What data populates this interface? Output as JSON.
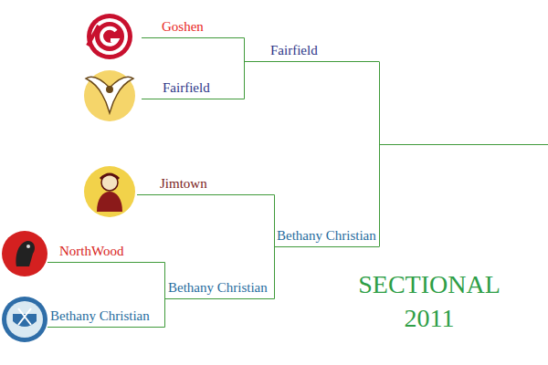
{
  "diagram": {
    "title": "SECTIONAL 2011",
    "nodes": [
      {
        "text": [
          "Goshen"
        ]
      },
      {
        "text": [
          "Fairfield"
        ]
      },
      {
        "text": [
          "Fairfield"
        ]
      },
      {
        "text": [
          "Jimtown"
        ]
      },
      {
        "text": [
          "Bethany Christian"
        ]
      },
      {
        "text": [
          "NorthWood"
        ]
      },
      {
        "text": [
          "Bethany Christian"
        ]
      },
      {
        "text": [
          "Bethany Christian"
        ]
      }
    ],
    "edges": [
      {
        "from": 0,
        "to": 1,
        "arrow": "none"
      },
      {
        "from": 2,
        "to": 1,
        "arrow": "none"
      },
      {
        "from": 3,
        "to": 4,
        "arrow": "none"
      },
      {
        "from": 6,
        "to": 4,
        "arrow": "none"
      },
      {
        "from": 5,
        "to": 6,
        "arrow": "none"
      },
      {
        "from": 7,
        "to": 6,
        "arrow": "none"
      }
    ]
  }
}
